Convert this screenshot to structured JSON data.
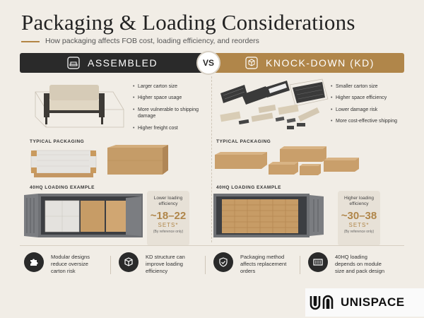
{
  "title": "Packaging & Loading Considerations",
  "subtitle": "How packaging affects FOB cost, loading efficiency, and reorders",
  "vs": "VS",
  "assembled": {
    "label": "ASSEMBLED",
    "bullets": [
      "Larger carton size",
      "Higher space usage",
      "More vulnerable to shipping damage",
      "Higher freight cost"
    ],
    "typical_packaging": "TYPICAL PACKAGING",
    "loading_example": "40HQ LOADING EXAMPLE",
    "efficiency_label": "Lower loading efficiency",
    "sets": "~18–22",
    "sets_unit": "SETS*",
    "ref_note": "(By reference only)"
  },
  "kd": {
    "label": "KNOCK-DOWN (KD)",
    "bullets": [
      "Smaller carton size",
      "Higher space efficiency",
      "Lower damage risk",
      "More cost-effective shipping"
    ],
    "typical_packaging": "TYPICAL PACKAGING",
    "loading_example": "40HQ LOADING EXAMPLE",
    "efficiency_label": "Higher loading efficiency",
    "sets": "~30–38",
    "sets_unit": "SETS*",
    "ref_note": "(By reference only)"
  },
  "features": [
    {
      "icon": "puzzle-icon",
      "text": "Modular designs reduce oversize carton risk"
    },
    {
      "icon": "box-icon",
      "text": "KD structure can improve loading efficiency"
    },
    {
      "icon": "shield-check-icon",
      "text": "Packaging method affects replacement orders"
    },
    {
      "icon": "container-icon",
      "text": "40HQ loading depends on module size and pack design"
    }
  ],
  "brand": "UNISPACE",
  "colors": {
    "dark": "#2a2a2a",
    "accent": "#b0864a",
    "background": "#f1ede6"
  }
}
